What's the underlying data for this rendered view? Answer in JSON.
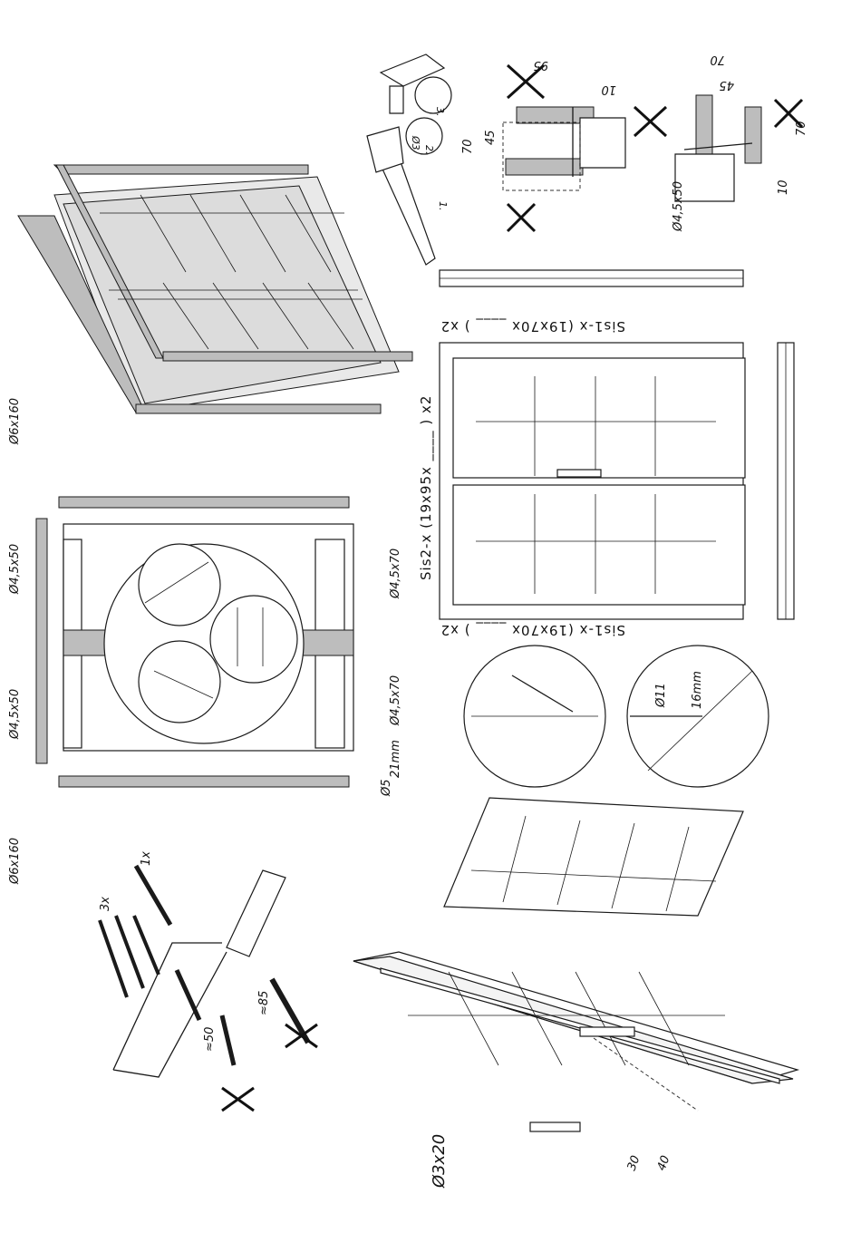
{
  "labels": {
    "screw_6x160": "Ø6x160",
    "screw_45x50": "Ø4,5x50",
    "screw_45x70": "Ø4,5x70",
    "drill_5": "Ø5",
    "drill_11": "Ø11",
    "drill_3": "Ø3",
    "screw_3x20": "Ø3x20",
    "depth_21mm": "21mm",
    "depth_16mm": "16mm",
    "step_1": "1.",
    "step_2": "2.",
    "step_3": "3.",
    "qty_3x": "3x",
    "qty_1x": "1x",
    "approx_85": "≈85",
    "approx_50": "≈50",
    "dim_95": "95",
    "dim_70": "70",
    "dim_45": "45",
    "dim_10": "10",
    "dim_30": "30",
    "dim_40": "40",
    "part_sis2": "Sis2-x (19x95x ____ ) x2",
    "part_sis1_top": "Sis1-x (19x70x ____ ) x2",
    "part_sis1_bottom": "Sis1-x (19x70x ____ ) x2"
  },
  "colors": {
    "ink": "#1a1a1a",
    "panel_fill": "#e9e9e9",
    "part_fill": "#bdbdbd",
    "background": "#ffffff"
  }
}
